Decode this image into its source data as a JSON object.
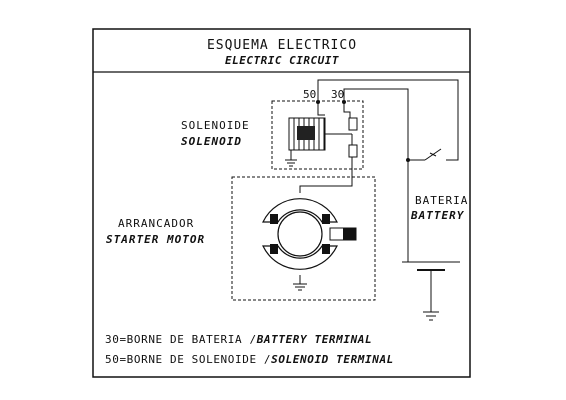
{
  "header": {
    "title": "ESQUEMA ELECTRICO",
    "subtitle": "ELECTRIC CIRCUIT"
  },
  "terminals": {
    "t50": "50",
    "t30": "30"
  },
  "solenoid": {
    "label": "SOLENOIDE",
    "label_en": "SOLENOID"
  },
  "starter": {
    "label": "ARRANCADOR",
    "label_en": "STARTER MOTOR"
  },
  "battery": {
    "label": "BATERIA",
    "label_en": "BATTERY"
  },
  "legend": {
    "line1_prefix": "30=BORNE DE BATERIA /",
    "line1_en": "BATTERY TERMINAL",
    "line2_prefix": "50=BORNE DE SOLENOIDE /",
    "line2_en": "SOLENOID TERMINAL"
  }
}
